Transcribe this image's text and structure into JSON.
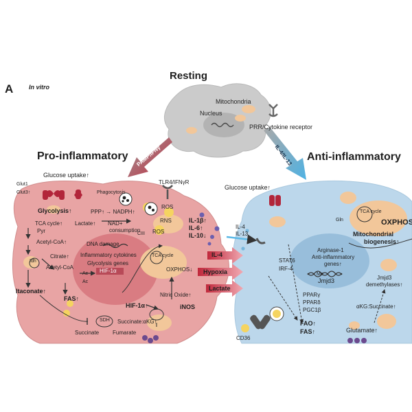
{
  "panel": {
    "letter": "A",
    "condition": "In vitro"
  },
  "headings": {
    "resting": "Resting",
    "pro": "Pro-inflammatory",
    "anti": "Anti-inflammatory"
  },
  "resting_cell": {
    "mitochondria": "Mitochondria",
    "nucleus": "Nucleus",
    "receptor": "PRR/Cytokine receptor"
  },
  "arrows": {
    "left": "PAMP/IFNγ",
    "right": "IL-4/IL-13"
  },
  "pro_cell": {
    "glucose_uptake": "Glucose uptake↑",
    "glut1": "Glut1",
    "glut3": "Glut3↑",
    "phagocytosis": "Phagocytosis",
    "tlr": "TLR4/IFNγR",
    "glycolysis": "Glycolysis↑",
    "ppp": "PPP↑ → NADPH↑",
    "ros1": "ROS",
    "rns": "RNS",
    "ros2": "ROS",
    "lactate": "Lactate↑",
    "nad": "NAD+",
    "consumption": "consumption",
    "ciii": "CIII",
    "tca": "TCA cycle↑",
    "pyr": "Pyr",
    "acetyl1": "Acetyl-CoA↑",
    "citrate": "Citrate↑",
    "acetyl2": "Acetyl-CoA",
    "idh": "Idh",
    "itaconate": "Itaconate↑",
    "fas": "FAS↑",
    "dna_damage": "DNA damage",
    "inflam_cyt": "Inflammatory cytokines",
    "glyco_genes": "Glycolysis genes",
    "hif_box": "HIF-1α",
    "ac1": "Ac",
    "ac2": "Ac",
    "tca_mito": "TCA cycle",
    "oxphos": "OXPHOS↓",
    "nitric": "Nitric Oxide↑",
    "hif": "HIF-1α↑",
    "inos": "iNOS",
    "sdh": "SDH",
    "succinate": "Succinate",
    "fumarate": "Fumarate",
    "succ_akg": "Succinate:αKG↑"
  },
  "middle": {
    "il1b": "IL-1β↑",
    "il6": "IL-6↑",
    "il10": "IL-10↓",
    "il4_label": "IL-4",
    "hypoxia": "Hypoxia",
    "lactate": "Lactate",
    "il4": "IL-4",
    "il13": "IL-13"
  },
  "anti_cell": {
    "glucose_uptake": "Glucose uptake↑",
    "gln": "Gln",
    "tca": "TCA cycle",
    "oxphos": "OXPHOS",
    "mito_bio_1": "Mitochondrial",
    "mito_bio_2": "biogenesis↑",
    "stat6": "STAT6",
    "irf4": "IRF-4",
    "arg1": "Arginase-1",
    "anti_genes_1": "Anti-inflammatory",
    "anti_genes_2": "genes↑",
    "me": "Me",
    "jmjd3": "Jmjd3",
    "jmjd3_demeth_1": "Jmjd3",
    "jmjd3_demeth_2": "demethylases↑",
    "ppar_g": "PPARγ",
    "ppar_d": "PPARδ",
    "pgc1b": "PGC1β",
    "akg_succ": "αKG:Succinate↑",
    "fao": "FAO↑",
    "fas": "FAS↑",
    "glutamate": "Glutamate↑",
    "cd36": "CD36"
  },
  "colors": {
    "pro_cell": "#e8a4a4",
    "pro_nucleus": "#d46f77",
    "anti_cell": "#bcd7eb",
    "anti_nucleus": "#8fb8d7",
    "resting_cell": "#cbcbcb",
    "receptor_red": "#b2253a",
    "arrow_blue": "#5bb8e6",
    "mitochondria": "#f2c79a"
  }
}
